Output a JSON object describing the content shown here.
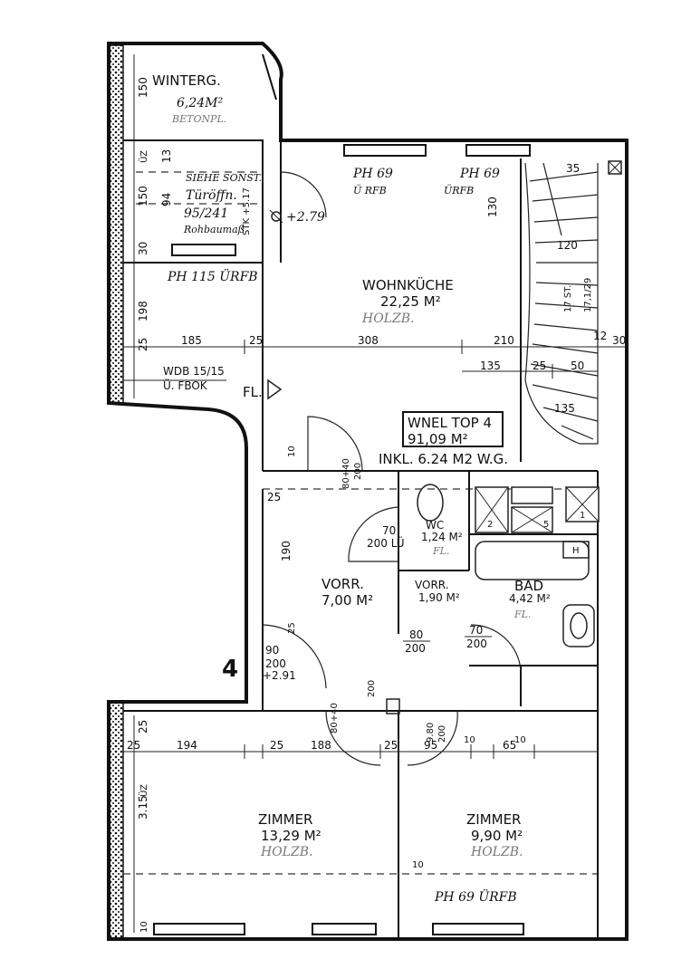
{
  "unit_number": "4",
  "apartment": {
    "name": "WNEL TOP 4",
    "area": "91,09 M²",
    "incl": "INKL. 6.24 M2 W.G."
  },
  "rooms": {
    "winterg": {
      "name": "WINTERG.",
      "area": "6,24M²",
      "floor": "BETONPL."
    },
    "wohnkueche": {
      "name": "WOHNKÜCHE",
      "area": "22,25 M²",
      "floor": "HOLZB."
    },
    "wc": {
      "name": "WC",
      "area": "1,24 M²",
      "floor": "FL."
    },
    "bad": {
      "name": "BAD",
      "area": "4,42 M²",
      "floor": "FL."
    },
    "vorr1": {
      "name": "VORR.",
      "area": "7,00 M²"
    },
    "vorr2": {
      "name": "VORR.",
      "area": "1,90 M²"
    },
    "zimmer1": {
      "name": "ZIMMER",
      "area": "13,29 M²",
      "floor": "HOLZB."
    },
    "zimmer2": {
      "name": "ZIMMER",
      "area": "9,90 M²",
      "floor": "HOLZB."
    },
    "fl": {
      "name": "FL."
    }
  },
  "annotations": {
    "ph_wk1": "PH 69",
    "rfb_wk1": "Ü RFB",
    "ph_wk2": "PH 69",
    "rfb_wk2": "ÜRFB",
    "ph_mid": "PH 115 ÜRFB",
    "ph_bottom": "PH 69 ÜRFB",
    "wdb": "WDB 15/15",
    "fbok": "Ü. FBOK",
    "note1": "SIEHE SONST.",
    "note2": "Türöffn.",
    "note3": "95/241",
    "note4": "Rohbaumaß",
    "stk": "STK +5.17",
    "lvl1": "+2.79",
    "lvl2": "+2.91",
    "stair1": "17 ST.",
    "stair2": "17,1/29",
    "uz1": "ÜZ",
    "uz2": "ÜZ"
  },
  "doors": {
    "d_wc": [
      "70",
      "200 LÜ"
    ],
    "d_vorr1": [
      "80",
      "200"
    ],
    "d_vorr2": [
      "70",
      "200"
    ],
    "d_entry": [
      "90",
      "200"
    ],
    "d_z1": [
      "80+40",
      "200"
    ],
    "d_z2": [
      "9.80",
      "200"
    ],
    "d_wk": [
      "80+40",
      "200"
    ]
  },
  "dimensions": {
    "h150a": "150",
    "h150b": "150",
    "h13": "13",
    "h94": "94",
    "h30": "30",
    "h198": "198",
    "h25a": "25",
    "h25b": "25",
    "h25c": "25",
    "h315": "3.15",
    "h10a": "10",
    "h10b": "10",
    "w185": "185",
    "w25a": "25",
    "w308": "308",
    "w210": "210",
    "w30": "30",
    "w135a": "135",
    "w25b": "25",
    "w50": "50",
    "w135b": "135",
    "w35": "35",
    "w120": "120",
    "w12": "12",
    "w194": "194",
    "w25c": "25",
    "w188": "188",
    "w25d": "25",
    "w95": "95",
    "w10a": "10",
    "w65": "65",
    "w10b": "10",
    "w25e": "25",
    "w10c": "10",
    "w190": "190",
    "w130": "130",
    "w25f": "25"
  },
  "fixtures": [
    "2",
    "5",
    "1",
    "H"
  ]
}
